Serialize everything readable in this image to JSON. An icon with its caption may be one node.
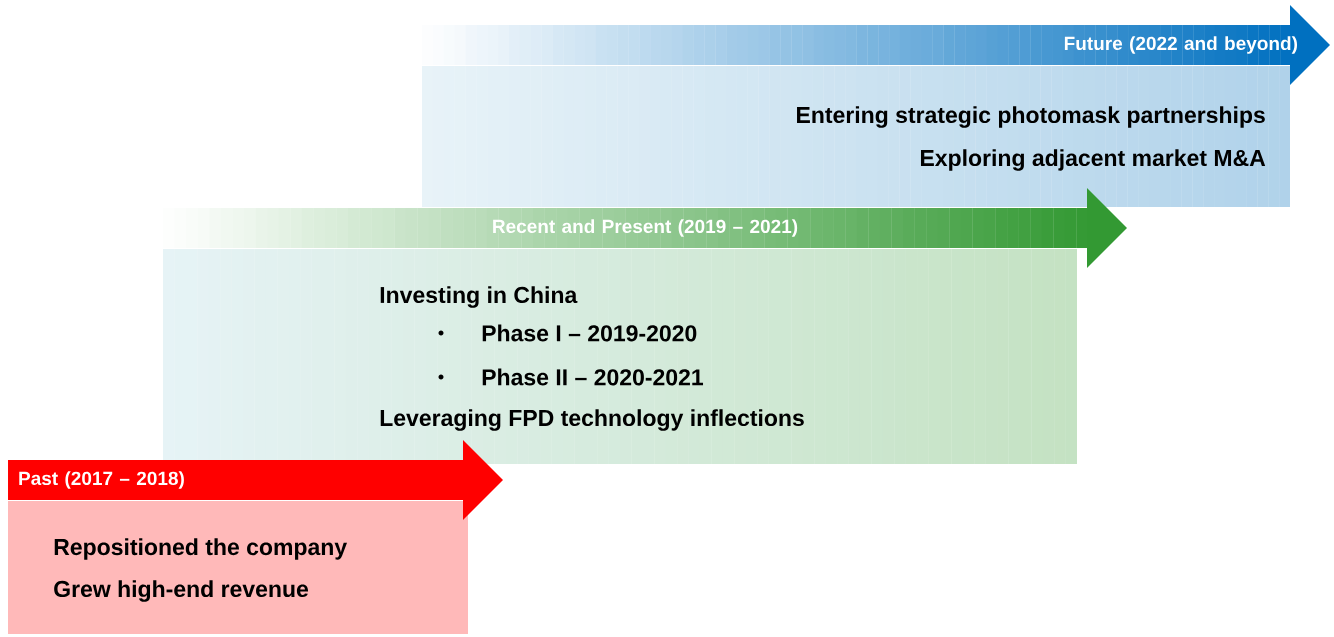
{
  "diagram": {
    "nodes": [
      {
        "text": [
          "Future (2022 and beyond)"
        ]
      },
      {
        "text": [
          "Entering strategic photomask partnerships",
          "Exploring adjacent market M&A"
        ]
      },
      {
        "text": [
          "Recent and Present (2019 – 2021)"
        ]
      },
      {
        "text": [
          "Investing in China",
          "Phase I – 2019-2020",
          "Phase II – 2020-2021",
          "Leveraging FPD technology inflections"
        ]
      },
      {
        "text": [
          "Past (2017 – 2018)"
        ]
      },
      {
        "text": [
          "Repositioned the company",
          "Grew high-end revenue"
        ]
      }
    ]
  }
}
